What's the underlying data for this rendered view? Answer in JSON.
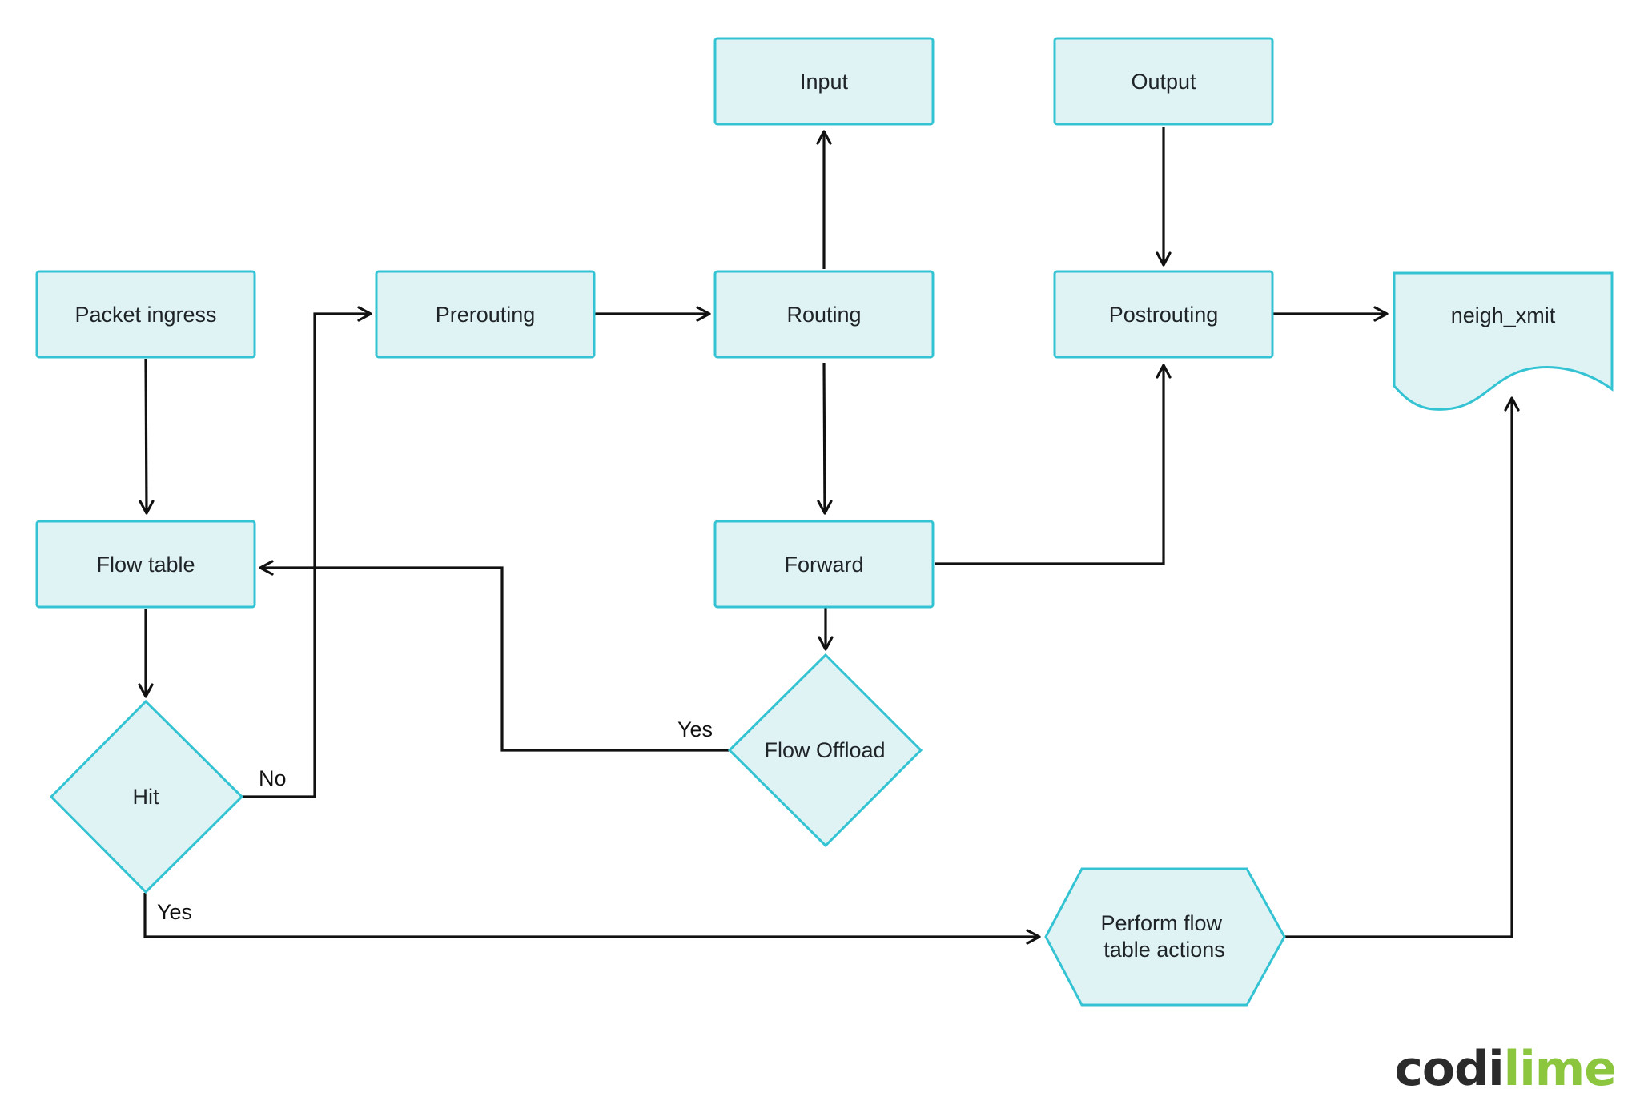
{
  "nodes": {
    "packet_ingress": "Packet ingress",
    "prerouting": "Prerouting",
    "routing": "Routing",
    "input": "Input",
    "output": "Output",
    "postrouting": "Postrouting",
    "neigh_xmit": "neigh_xmit",
    "flow_table": "Flow table",
    "forward": "Forward",
    "hit": "Hit",
    "flow_offload": "Flow Offload",
    "perform_actions": [
      "Perform flow",
      "table actions"
    ]
  },
  "edge_labels": {
    "hit_no": "No",
    "hit_yes": "Yes",
    "offload_yes": "Yes"
  },
  "logo": {
    "part1": "codi",
    "part2": "lime",
    "color1": "#2b2b2b",
    "color2": "#8cc63f"
  },
  "colors": {
    "node_fill": "#e0f3f4",
    "node_stroke": "#34c3d3",
    "edge": "#111111"
  }
}
